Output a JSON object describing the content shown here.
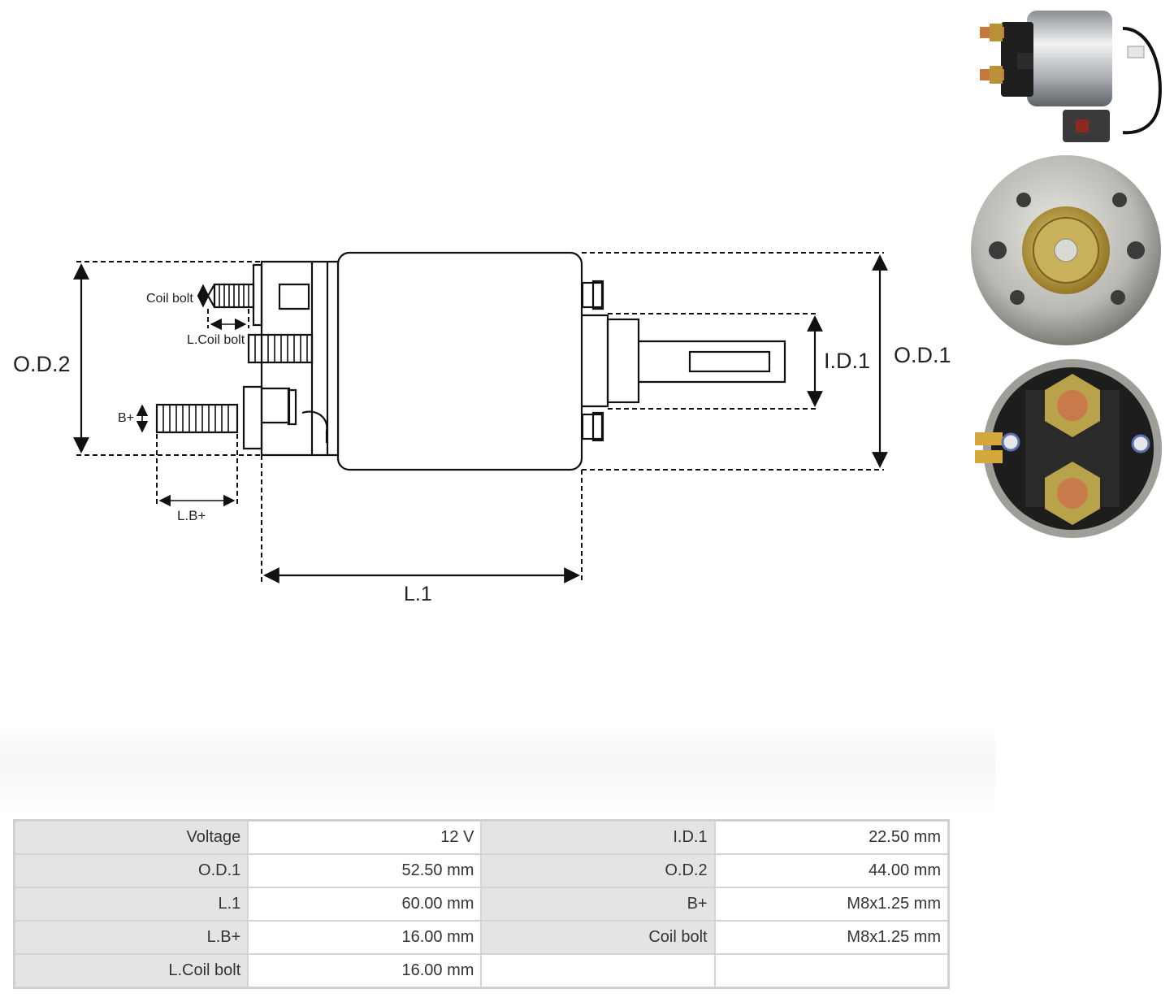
{
  "diagram": {
    "labels": {
      "od2": "O.D.2",
      "od1": "O.D.1",
      "id1": "I.D.1",
      "l1": "L.1",
      "coil_bolt": "Coil bolt",
      "l_coil_bolt": "L.Coil bolt",
      "b_plus": "B+",
      "l_b_plus": "L.B+"
    }
  },
  "photos": {
    "side_view": "solenoid-side-photo",
    "front_view": "solenoid-front-photo",
    "rear_view": "solenoid-terminal-photo"
  },
  "specs": [
    [
      {
        "label": "Voltage",
        "value": "12 V"
      },
      {
        "label": "I.D.1",
        "value": "22.50 mm"
      }
    ],
    [
      {
        "label": "O.D.1",
        "value": "52.50 mm"
      },
      {
        "label": "O.D.2",
        "value": "44.00 mm"
      }
    ],
    [
      {
        "label": "L.1",
        "value": "60.00 mm"
      },
      {
        "label": "B+",
        "value": "M8x1.25 mm"
      }
    ],
    [
      {
        "label": "L.B+",
        "value": "16.00 mm"
      },
      {
        "label": "Coil bolt",
        "value": "M8x1.25 mm"
      }
    ],
    [
      {
        "label": "L.Coil bolt",
        "value": "16.00 mm"
      },
      {
        "label": "",
        "value": ""
      }
    ]
  ]
}
